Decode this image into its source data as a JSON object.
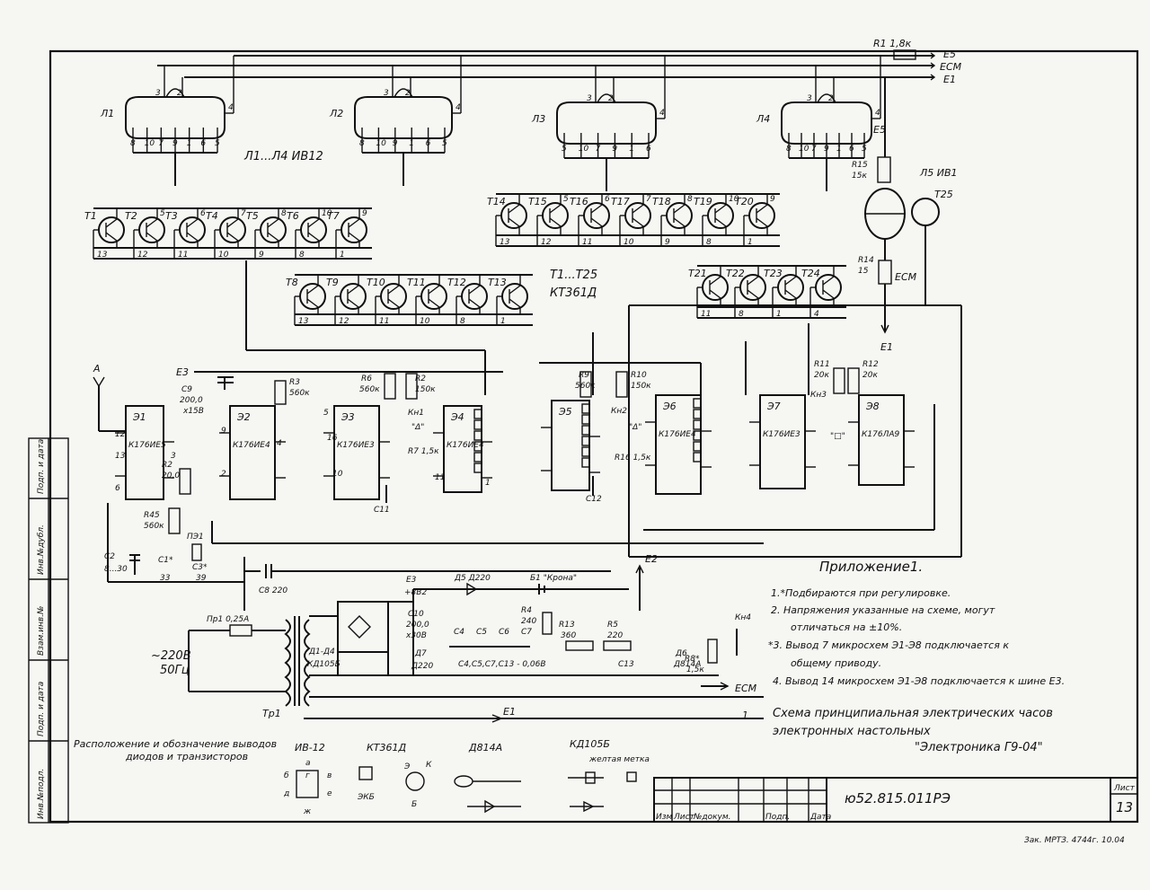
{
  "frame": {
    "side_stamp": [
      "Инв.№подл.",
      "Подп. и дата",
      "Взам.инв.№",
      "Инв.№дубл.",
      "Подп. и дата"
    ]
  },
  "tubes": [
    {
      "name": "Л1",
      "pins_top": [
        "3",
        "2",
        "4"
      ],
      "pins_bottom": [
        "8",
        "10",
        "7",
        "9",
        "1",
        "6",
        "5"
      ]
    },
    {
      "name": "Л2",
      "pins_top": [
        "3",
        "2",
        "4"
      ],
      "pins_bottom": [
        "8",
        "10",
        "9",
        "1",
        "6",
        "5"
      ]
    },
    {
      "name": "Л3",
      "pins_top": [
        "3",
        "2",
        "4"
      ],
      "pins_bottom": [
        "5",
        "10",
        "7",
        "9",
        "1",
        "6"
      ]
    },
    {
      "name": "Л4",
      "pins_top": [
        "3",
        "2",
        "4"
      ],
      "pins_bottom": [
        "8",
        "10",
        "7",
        "9",
        "1",
        "6",
        "5"
      ]
    }
  ],
  "tube_type_label": "Л1...Л4 ИВ12",
  "transistors_row1": [
    "T1",
    "T2",
    "T3",
    "T4",
    "T5",
    "T6",
    "T7"
  ],
  "transistors_row2": [
    "T8",
    "T9",
    "T10",
    "T11",
    "T12",
    "T13"
  ],
  "transistors_row3": [
    "T14",
    "T15",
    "T16",
    "T17",
    "T18",
    "T19",
    "T20"
  ],
  "transistors_row4": [
    "T21",
    "T22",
    "T23",
    "T24"
  ],
  "transistor_type": [
    "T1...T25",
    "КТ361Д"
  ],
  "pin_numbers_row1_top": [
    "5",
    "6",
    "7",
    "8",
    "10",
    "9"
  ],
  "pin_numbers_row1_bottom": [
    "13",
    "12",
    "11",
    "10",
    "9",
    "8",
    "1"
  ],
  "pin_numbers_row2": [
    "13",
    "12",
    "11",
    "10",
    "8",
    "1"
  ],
  "pin_numbers_row3_top": [
    "5",
    "6",
    "7",
    "8",
    "10",
    "9"
  ],
  "pin_numbers_row3_bottom": [
    "13",
    "12",
    "11",
    "10",
    "9",
    "8",
    "1"
  ],
  "pin_numbers_row4": [
    "11",
    "8",
    "1",
    "4"
  ],
  "right_block": {
    "r1": "R1 1,8к",
    "rails": [
      "Е5",
      "ЕСМ",
      "Е1"
    ],
    "e5": "Е5",
    "r15": [
      "R15",
      "15к"
    ],
    "l5": "Л5 ИВ1",
    "t25": "T25",
    "r14": [
      "R14",
      "15"
    ],
    "ecm": "ЕСМ",
    "e1": "Е1"
  },
  "chips": [
    {
      "name": "Э1",
      "type": "К176ИЕ5"
    },
    {
      "name": "Э2",
      "type": "К176ИЕ4"
    },
    {
      "name": "Э3",
      "type": "К176ИЕ3"
    },
    {
      "name": "Э4",
      "type": "К176ИЕ4"
    },
    {
      "name": "Э5",
      "type": ""
    },
    {
      "name": "Э6",
      "type": "К176ИЕ4"
    },
    {
      "name": "Э7",
      "type": "К176ИЕ3"
    },
    {
      "name": "Э8",
      "type": "К176ЛА9"
    }
  ],
  "components": {
    "a_label": "А",
    "e3": "Е3",
    "c9": [
      "С9",
      "200,0",
      "х15В"
    ],
    "r3": [
      "R3",
      "560к"
    ],
    "r6": [
      "R6",
      "560к"
    ],
    "r2": [
      "R2",
      "150к"
    ],
    "kn1": [
      "Кн1",
      "\"Δ\""
    ],
    "r7": "R7 1,5к",
    "r9": [
      "R9",
      "560к"
    ],
    "r10": [
      "R10",
      "150к"
    ],
    "kn2": [
      "Кн2",
      "\"Δ\""
    ],
    "r16": "R16 1,5к",
    "r11": [
      "R11",
      "20к"
    ],
    "r12": [
      "R12",
      "20к"
    ],
    "kn3": [
      "Кн3",
      "\"□\""
    ],
    "r_e1": [
      "R2",
      "20,0"
    ],
    "r45": [
      "R45",
      "560к"
    ],
    "pz1": "ПЭ1",
    "c2": [
      "С2",
      "8...30"
    ],
    "c1": [
      "С1*",
      "33"
    ],
    "c3": [
      "С3*",
      "39"
    ],
    "c8": "С8 220",
    "c11": "С11",
    "c12": "С12",
    "pin_labels": [
      "12",
      "13",
      "6",
      "3",
      "9",
      "4",
      "2",
      "5",
      "16",
      "10",
      "11",
      "1"
    ]
  },
  "power": {
    "pr1": "Пр1 0,25А",
    "mains": [
      "~220В",
      "50Гц"
    ],
    "tr1": "Тр1",
    "bridge": [
      "Д1-Д4",
      "КД105Б"
    ],
    "e3": "Е3",
    "v82": "+8В2",
    "d5": "Д5 Д220",
    "b1": "Б1 \"Крона\"",
    "e2": "Е2",
    "c10": [
      "С10",
      "200,0",
      "х30В"
    ],
    "caps": [
      "С4",
      "С5",
      "С6",
      "С7"
    ],
    "caps_note": "С4,С5,С7,С13 - 0,06В",
    "d7": [
      "Д7",
      "Д220"
    ],
    "r4": [
      "R4",
      "240"
    ],
    "r13": [
      "R13",
      "360"
    ],
    "r5": [
      "R5",
      "220"
    ],
    "c13": "С13",
    "d6": [
      "Д6",
      "Д814А"
    ],
    "r8": [
      "R8*",
      "1,5к"
    ],
    "kn4": "Кн4",
    "ecm": "ЕСМ",
    "e1": "Е1",
    "one": "1"
  },
  "notes": {
    "title": "Приложение1.",
    "items": [
      "1.*Подбираются при регулировке.",
      "2. Напряжения указанные на схеме, могут",
      "отличаться на ±10%.",
      "*3. Вывод 7 микросхем Э1-Э8 подключается к",
      "общему приводу.",
      "4. Вывод 14 микросхем Э1-Э8 подключается к шине Е3."
    ]
  },
  "title_lines": [
    "Схема принципиальная электрических часов",
    "электронных настольных",
    "\"Электроника Г9-04\""
  ],
  "legend": {
    "title": [
      "Расположение и обозначение выводов",
      "диодов и транзисторов"
    ],
    "items": [
      {
        "name": "ИВ-12",
        "pins": [
          "а",
          "б",
          "г",
          "в",
          "д",
          "е",
          "ж"
        ]
      },
      {
        "name": "КТ361Д",
        "pins": [
          "ЭКБ"
        ]
      },
      {
        "name": "Д814А",
        "pins": [
          "Э",
          "К",
          "Б"
        ]
      },
      {
        "name": "КД105Б",
        "pins": [
          "желтая метка"
        ]
      }
    ]
  },
  "stamp": {
    "doc_number": "ю52.815.011РЭ",
    "sheet_label": "Лист",
    "sheet_number": "13",
    "cols": [
      "Изм",
      "Лист",
      "№докум.",
      "Подп.",
      "Дата"
    ]
  },
  "footnote": "Зак. МРТЗ. 4744г. 10.04"
}
